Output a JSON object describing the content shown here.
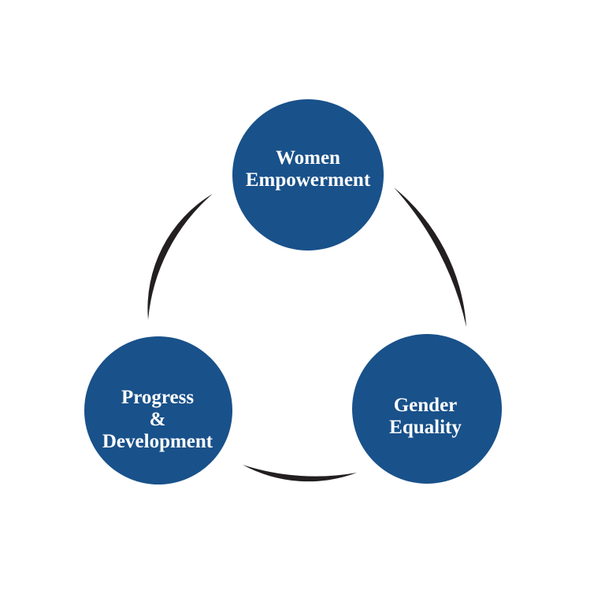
{
  "colors": {
    "background": "#ffffff",
    "node": "#19518a",
    "arc": "#231f20",
    "text": "#ffffff"
  },
  "nodes": [
    {
      "id": "women-empowerment",
      "label": "Women Empowerment",
      "lines": [
        "Women",
        "Empowerment"
      ]
    },
    {
      "id": "progress-development",
      "label": "Progress & Development",
      "lines": [
        "Progress",
        "&",
        "Development"
      ]
    },
    {
      "id": "gender-equality",
      "label": "Gender Equality",
      "lines": [
        "Gender",
        "Equality"
      ]
    }
  ]
}
